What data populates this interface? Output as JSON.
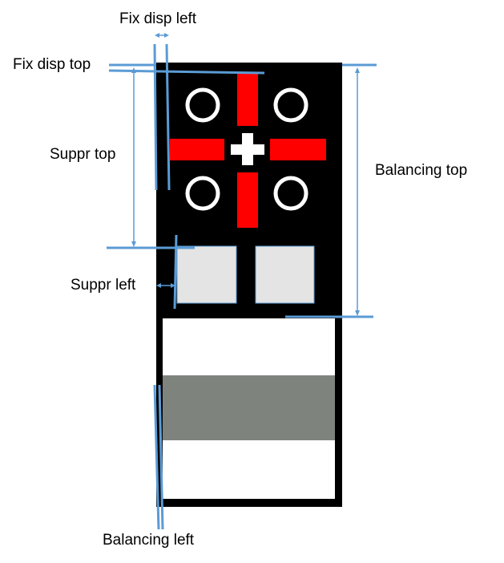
{
  "labels": {
    "fix_disp_left": "Fix disp left",
    "fix_disp_top": "Fix disp top",
    "suppr_top": "Suppr top",
    "suppr_left": "Suppr left",
    "balancing_top": "Balancing top",
    "balancing_left": "Balancing left"
  },
  "colors": {
    "measure": "#5b9bd5",
    "cross": "#ff0000",
    "background": "#000000",
    "band": "#7f837e",
    "square": "#e4e4e4"
  }
}
